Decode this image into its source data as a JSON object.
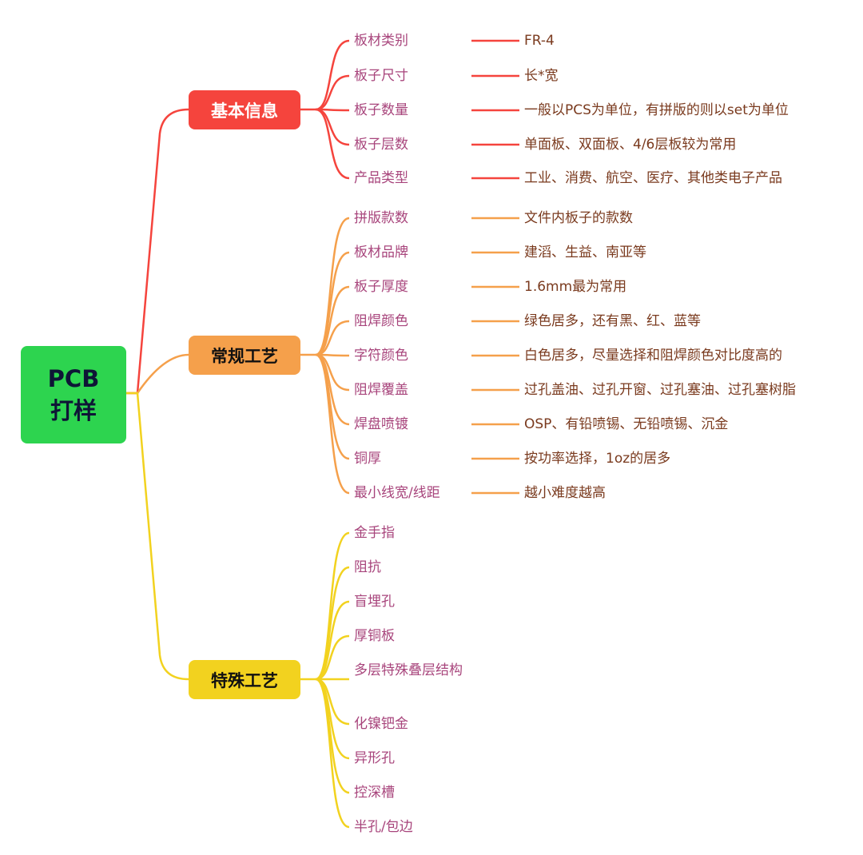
{
  "root": {
    "line1": "PCB",
    "line2": "打样",
    "color": "#2dd44f"
  },
  "branches": [
    {
      "label": "基本信息",
      "color": "#f5443d",
      "text_color": "#ffffff",
      "items": [
        {
          "label": "板材类别",
          "detail": "FR-4"
        },
        {
          "label": "板子尺寸",
          "detail": "长*宽"
        },
        {
          "label": "板子数量",
          "detail": "一般以PCS为单位，有拼版的则以set为单位"
        },
        {
          "label": "板子层数",
          "detail": "单面板、双面板、4/6层板较为常用"
        },
        {
          "label": "产品类型",
          "detail": "工业、消费、航空、医疗、其他类电子产品"
        }
      ]
    },
    {
      "label": "常规工艺",
      "color": "#f5a04b",
      "text_color": "#111111",
      "items": [
        {
          "label": "拼版款数",
          "detail": "文件内板子的款数"
        },
        {
          "label": "板材品牌",
          "detail": "建滔、生益、南亚等"
        },
        {
          "label": "板子厚度",
          "detail": "1.6mm最为常用"
        },
        {
          "label": "阻焊颜色",
          "detail": "绿色居多，还有黑、红、蓝等"
        },
        {
          "label": "字符颜色",
          "detail": "白色居多，尽量选择和阻焊颜色对比度高的"
        },
        {
          "label": "阻焊覆盖",
          "detail": "过孔盖油、过孔开窗、过孔塞油、过孔塞树脂"
        },
        {
          "label": "焊盘喷镀",
          "detail": "OSP、有铅喷锡、无铅喷锡、沉金"
        },
        {
          "label": "铜厚",
          "detail": "按功率选择，1oz的居多"
        },
        {
          "label": "最小线宽/线距",
          "detail": "越小难度越高"
        }
      ]
    },
    {
      "label": "特殊工艺",
      "color": "#f2d21f",
      "text_color": "#111111",
      "items": [
        {
          "label": "金手指"
        },
        {
          "label": "阻抗"
        },
        {
          "label": "盲埋孔"
        },
        {
          "label": "厚铜板"
        },
        {
          "label": "多层特殊叠层结构"
        },
        {
          "label": "化镍钯金"
        },
        {
          "label": "异形孔"
        },
        {
          "label": "控深槽"
        },
        {
          "label": "半孔/包边"
        }
      ]
    }
  ]
}
